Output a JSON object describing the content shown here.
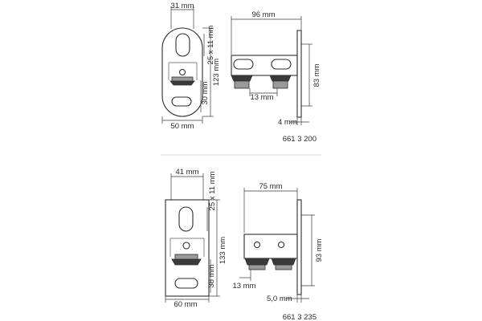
{
  "top": {
    "dims": {
      "width_top": "31 mm",
      "slot": "25 x 11 mm",
      "height": "123 mm",
      "lower": "30 mm",
      "width_bottom": "50 mm",
      "length": "96 mm",
      "side_height": "83 mm",
      "bolt_offset": "13 mm",
      "thickness": "4 mm"
    },
    "article_number": "661 3 200"
  },
  "bottom": {
    "dims": {
      "width_top": "41 mm",
      "slot": "25 x 11 mm",
      "height": "133 mm",
      "lower": "38 mm",
      "width_bottom": "60 mm",
      "length": "75 mm",
      "side_height": "93 mm",
      "bolt_offset": "13 mm",
      "thickness": "5,0 mm"
    },
    "article_number": "661 3 235"
  }
}
